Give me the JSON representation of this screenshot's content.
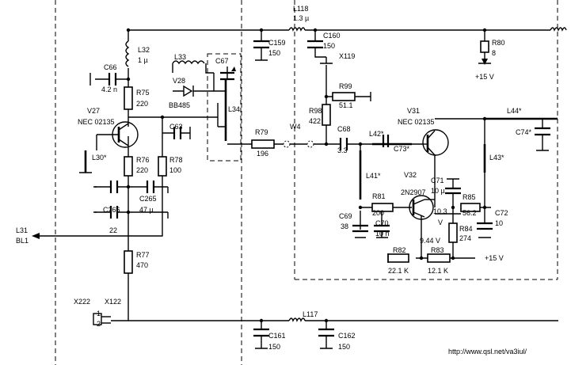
{
  "labels": {
    "L118": "L118",
    "L118v": "1.3 µ",
    "C159": "C159",
    "C159v": "150",
    "C160": "C160",
    "C160v": "150",
    "X119": "X119",
    "R80": "R80",
    "R80v": "8",
    "v15a": "+15 V",
    "L32": "L32",
    "L32v": "1 µ",
    "C66": "C66",
    "C66v": "4.2 n",
    "L33": "L33",
    "C67": "C67",
    "V28": "V28",
    "V28v": "BB485",
    "R75": "R75",
    "R75v": "220",
    "R99": "R99",
    "R99v": "51.1",
    "V27": "V27",
    "V27v": "NEC 02135",
    "L34": "L34",
    "R98": "R98",
    "R98v": "422",
    "V31": "V31",
    "V31v": "NEC 02135",
    "L44": "L44*",
    "C63": "C63",
    "R79": "R79",
    "R79v": "196",
    "W4": "W4",
    "C68": "C68",
    "C68v": "3.3",
    "L42": "L42*",
    "C73": "C73*",
    "C74": "C74*",
    "L30": "L30*",
    "R76": "R76",
    "R76v": "220",
    "R78": "R78",
    "R78v": "100",
    "L43": "L43*",
    "L41": "L41*",
    "V32": "V32",
    "C71": "C71",
    "C71v": "10 µ",
    "C265": "C265",
    "C265v": "47 µ",
    "V32t": "2N2907",
    "R81": "R81",
    "R81v": "200",
    "R85": "R85",
    "R85v": "56.2",
    "C72": "C72",
    "C72v": "10",
    "C266": "C266",
    "C266v": "22",
    "C69": "C69",
    "C69v": "38",
    "C70": "C70",
    "C70v": "10 n",
    "vol103": "10.3",
    "volV": "V",
    "R84": "R84",
    "R84v": "274",
    "L31": "L31",
    "BL1": "BL1",
    "vol944": "9.44 V",
    "R77": "R77",
    "R77v": "470",
    "R82": "R82",
    "R82v": "22.1 K",
    "R83": "R83",
    "R83v": "12.1 K",
    "v15b": "+15 V",
    "X222": "X222",
    "X122": "X122",
    "pin1": "1",
    "pin2": "2",
    "L117": "L117",
    "C161": "C161",
    "C161v": "150",
    "C162": "C162",
    "C162v": "150",
    "url": "http://www.qsl.net/va3iul/"
  }
}
